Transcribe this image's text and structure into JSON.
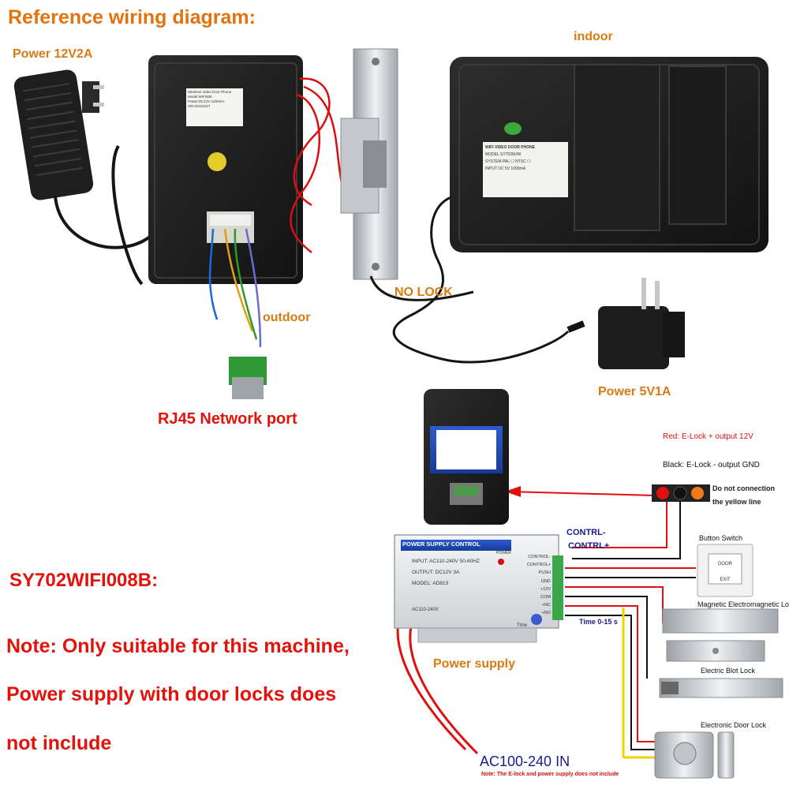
{
  "title": "Reference wiring diagram:",
  "photo_labels": {
    "power_adapter_12v": "Power 12V2A",
    "indoor": "indoor",
    "outdoor": "outdoor",
    "no_lock": "NO LOCK",
    "power_adapter_5v": "Power 5V1A",
    "rj45": "RJ45 Network port"
  },
  "outdoor_sticker": [
    "Wireless Video Door Phone",
    "Model:WIFI008",
    "Power:DC12V  1200mA",
    "S/N:20181127"
  ],
  "indoor_sticker": {
    "title": "WIFI VIDEO DOOR PHONE",
    "model": "MODEL    SY702MJW",
    "system": "SYSTEM  PAL ☐   NTSC ☐",
    "input": "INPUT    DC 5V    1000mA"
  },
  "wiring": {
    "legend_red": "Red: E-Lock + output 12V",
    "legend_black": "Black: E-Lock - output GND",
    "warning": [
      "Do not connection",
      "the yellow line"
    ],
    "contrl_minus": "CONTRL-",
    "contrl_plus": "CONTRL+",
    "button_switch": "Button Switch",
    "magnetic_lock": "Magnetic Electromagnetic Lock",
    "bolt_lock": "Electric Blot Lock",
    "door_lock": "Electronic Door Lock",
    "time_range": "Time 0-15 s",
    "power_supply_label": "Power supply",
    "ac_input": "AC100-240 IN",
    "footnote": "Note: The E-lock and power supply does not include"
  },
  "psu": {
    "header": "POWER SUPPLY CONTROL",
    "power_led": "POWER",
    "input": "INPUT:  AC110-240V  50-60HZ",
    "output": "OUTPUT:  DC12V   3A",
    "model": "MODEL:  AD813",
    "ac_label": "AC110-240V",
    "time_label": "Time",
    "terminals": [
      "CONTROL-",
      "CONTROL+",
      "PUSH",
      "GND",
      "+12V",
      "COM",
      "+NC",
      "+NO"
    ]
  },
  "product": {
    "model": "SY702WIFI008B:",
    "note_lines": [
      "Note: Only suitable for this machine,",
      "Power supply with door locks does",
      "not include"
    ]
  },
  "colors": {
    "title": "#e2740f",
    "accent_red": "#e3120b",
    "navy": "#1a1a8c",
    "wire_red": "#e01010",
    "wire_black": "#111111",
    "wire_yellow": "#f2d100"
  }
}
